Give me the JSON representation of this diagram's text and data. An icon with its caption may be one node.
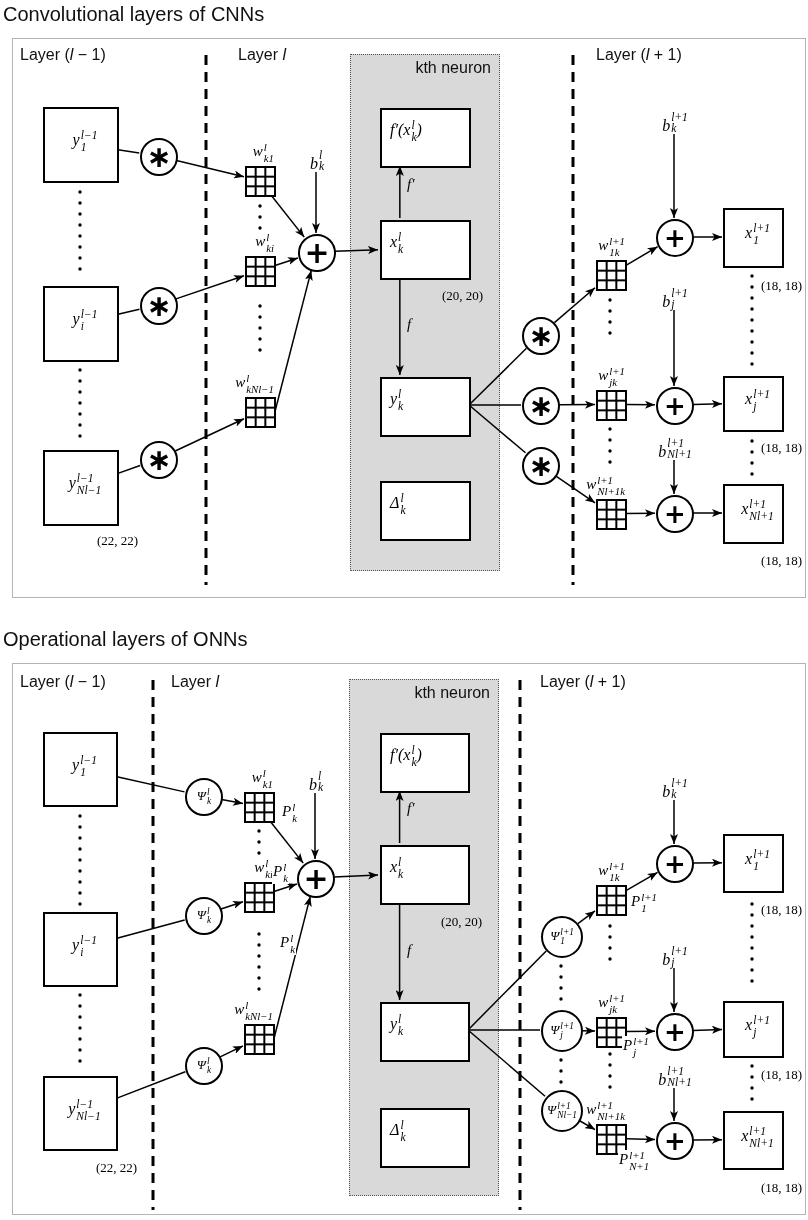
{
  "diagram": {
    "nodes": [
      {
        "text": [
          "Convolutional layers of CNNs"
        ]
      },
      {
        "text": [
          "kth neuron"
        ],
        "in": 0
      },
      {
        "text": [
          "y$^{l−1}$$_{1}$"
        ],
        "in": 0
      },
      {
        "text": [
          "y$^{l−1}$$_{i}$"
        ],
        "in": 0
      },
      {
        "text": [
          "y$^{l−1}$$_{Nl−1}$"
        ],
        "in": 0,
        "beside": [
          "(22, 22)"
        ]
      },
      {
        "text": [
          "∗"
        ],
        "in": 0
      },
      {
        "text": [
          "∗"
        ],
        "in": 0
      },
      {
        "text": [
          "∗"
        ],
        "in": 0
      },
      {
        "text": [],
        "shape": "grid",
        "in": 0,
        "beside": [
          "w$^{l}$$_{k1}$"
        ]
      },
      {
        "text": [],
        "shape": "grid",
        "in": 0,
        "beside": [
          "w$^{l}$$_{ki}$"
        ]
      },
      {
        "text": [],
        "shape": "grid",
        "in": 0,
        "beside": [
          "w$^{l}$$_{kNl−1}$"
        ]
      },
      {
        "text": [
          "b$^{l}$$_{k}$"
        ],
        "in": 0
      },
      {
        "text": [
          "+"
        ],
        "in": 0
      },
      {
        "text": [
          "f′(x$^{l}$$_{k}$)"
        ],
        "in": 1
      },
      {
        "text": [
          "x$^{l}$$_{k}$"
        ],
        "in": 1,
        "beside": [
          "(20, 20)"
        ]
      },
      {
        "text": [
          "y$^{l}$$_{k}$"
        ],
        "in": 1
      },
      {
        "text": [
          "Δ$^{l}$$_{k}$"
        ],
        "in": 1
      },
      {
        "text": [
          "∗"
        ],
        "in": 0
      },
      {
        "text": [
          "∗"
        ],
        "in": 0
      },
      {
        "text": [
          "∗"
        ],
        "in": 0
      },
      {
        "text": [],
        "shape": "grid",
        "in": 0,
        "beside": [
          "w$^{l+1}$$_{1k}$"
        ]
      },
      {
        "text": [],
        "shape": "grid",
        "in": 0,
        "beside": [
          "w$^{l+1}$$_{jk}$"
        ]
      },
      {
        "text": [],
        "shape": "grid",
        "in": 0,
        "beside": [
          "w$^{l+1}$$_{Nl+1k}$"
        ]
      },
      {
        "text": [
          "b$^{l+1}$$_{k}$"
        ],
        "in": 0
      },
      {
        "text": [
          "b$^{l+1}$$_{j}$"
        ],
        "in": 0
      },
      {
        "text": [
          "b$^{l+1}$$_{Nl+1}$"
        ],
        "in": 0
      },
      {
        "text": [
          "+"
        ],
        "in": 0
      },
      {
        "text": [
          "+"
        ],
        "in": 0
      },
      {
        "text": [
          "+"
        ],
        "in": 0
      },
      {
        "text": [
          "x$^{l+1}$$_{1}$"
        ],
        "in": 0,
        "beside": [
          "(18, 18)"
        ]
      },
      {
        "text": [
          "x$^{l+1}$$_{j}$"
        ],
        "in": 0,
        "beside": [
          "(18, 18)"
        ]
      },
      {
        "text": [
          "x$^{l+1}$$_{Nl+1}$"
        ],
        "in": 0,
        "beside": [
          "(18, 18)"
        ]
      },
      {
        "text": [
          "Operational layers of ONNs"
        ]
      },
      {
        "text": [
          "kth neuron"
        ],
        "in": 32
      },
      {
        "text": [
          "y$^{l−1}$$_{1}$"
        ],
        "in": 32
      },
      {
        "text": [
          "y$^{l−1}$$_{i}$"
        ],
        "in": 32
      },
      {
        "text": [
          "y$^{l−1}$$_{Nl−1}$"
        ],
        "in": 32,
        "beside": [
          "(22, 22)"
        ]
      },
      {
        "text": [
          "Ψ$^{l}$$_{k}$"
        ],
        "in": 32
      },
      {
        "text": [
          "Ψ$^{l}$$_{k}$"
        ],
        "in": 32
      },
      {
        "text": [
          "Ψ$^{l}$$_{k}$"
        ],
        "in": 32
      },
      {
        "text": [],
        "shape": "grid",
        "in": 32,
        "beside": [
          "w$^{l}$$_{k1}$"
        ]
      },
      {
        "text": [],
        "shape": "grid",
        "in": 32,
        "beside": [
          "w$^{l}$$_{ki}$"
        ]
      },
      {
        "text": [],
        "shape": "grid",
        "in": 32,
        "beside": [
          "w$^{l}$$_{kNl−1}$"
        ]
      },
      {
        "text": [
          "b$^{l}$$_{k}$"
        ],
        "in": 32
      },
      {
        "text": [
          "+"
        ],
        "in": 32
      },
      {
        "text": [
          "f′(x$^{l}$$_{k}$)"
        ],
        "in": 33
      },
      {
        "text": [
          "x$^{l}$$_{k}$"
        ],
        "in": 33,
        "beside": [
          "(20, 20)"
        ]
      },
      {
        "text": [
          "y$^{l}$$_{k}$"
        ],
        "in": 33
      },
      {
        "text": [
          "Δ$^{l}$$_{k}$"
        ],
        "in": 33
      },
      {
        "text": [
          "Ψ$^{l+1}$$_{1}$"
        ],
        "in": 32
      },
      {
        "text": [
          "Ψ$^{l+1}$$_{j}$"
        ],
        "in": 32
      },
      {
        "text": [
          "Ψ$^{l+1}$$_{Nl−1}$"
        ],
        "in": 32
      },
      {
        "text": [],
        "shape": "grid",
        "in": 32,
        "beside": [
          "w$^{l+1}$$_{1k}$"
        ]
      },
      {
        "text": [],
        "shape": "grid",
        "in": 32,
        "beside": [
          "w$^{l+1}$$_{jk}$"
        ]
      },
      {
        "text": [],
        "shape": "grid",
        "in": 32,
        "beside": [
          "w$^{l+1}$$_{Nl+1k}$"
        ]
      },
      {
        "text": [
          "b$^{l+1}$$_{k}$"
        ],
        "in": 32
      },
      {
        "text": [
          "b$^{l+1}$$_{j}$"
        ],
        "in": 32
      },
      {
        "text": [
          "b$^{l+1}$$_{Nl+1}$"
        ],
        "in": 32
      },
      {
        "text": [
          "+"
        ],
        "in": 32
      },
      {
        "text": [
          "+"
        ],
        "in": 32
      },
      {
        "text": [
          "+"
        ],
        "in": 32
      },
      {
        "text": [
          "x$^{l+1}$$_{1}$"
        ],
        "in": 32,
        "beside": [
          "(18, 18)"
        ]
      },
      {
        "text": [
          "x$^{l+1}$$_{j}$"
        ],
        "in": 32,
        "beside": [
          "(18, 18)"
        ]
      },
      {
        "text": [
          "x$^{l+1}$$_{Nl+1}$"
        ],
        "in": 32,
        "beside": [
          "(18, 18)"
        ]
      }
    ],
    "edges": [
      {
        "from": 2,
        "to": 5,
        "arrow": "none"
      },
      {
        "from": 5,
        "to": 8,
        "arrow": "to"
      },
      {
        "from": 3,
        "to": 6,
        "arrow": "none"
      },
      {
        "from": 6,
        "to": 9,
        "arrow": "to"
      },
      {
        "from": 4,
        "to": 7,
        "arrow": "none"
      },
      {
        "from": 7,
        "to": 10,
        "arrow": "to"
      },
      {
        "from": 8,
        "to": 12,
        "arrow": "to"
      },
      {
        "from": 9,
        "to": 12,
        "arrow": "to"
      },
      {
        "from": 10,
        "to": 12,
        "arrow": "to"
      },
      {
        "from": 11,
        "to": 12,
        "arrow": "to"
      },
      {
        "from": 12,
        "to": 14,
        "arrow": "to"
      },
      {
        "from": 14,
        "to": 13,
        "arrow": "to",
        "label": "f′"
      },
      {
        "from": 14,
        "to": 15,
        "arrow": "to",
        "label": "f"
      },
      {
        "from": 15,
        "to": 17,
        "arrow": "none"
      },
      {
        "from": 15,
        "to": 18,
        "arrow": "none"
      },
      {
        "from": 15,
        "to": 19,
        "arrow": "none"
      },
      {
        "from": 17,
        "to": 20,
        "arrow": "to"
      },
      {
        "from": 18,
        "to": 21,
        "arrow": "to"
      },
      {
        "from": 19,
        "to": 22,
        "arrow": "to"
      },
      {
        "from": 20,
        "to": 26,
        "arrow": "to"
      },
      {
        "from": 21,
        "to": 27,
        "arrow": "to"
      },
      {
        "from": 22,
        "to": 28,
        "arrow": "to"
      },
      {
        "from": 23,
        "to": 26,
        "arrow": "to"
      },
      {
        "from": 24,
        "to": 27,
        "arrow": "to"
      },
      {
        "from": 25,
        "to": 28,
        "arrow": "to"
      },
      {
        "from": 26,
        "to": 29,
        "arrow": "to"
      },
      {
        "from": 27,
        "to": 30,
        "arrow": "to"
      },
      {
        "from": 28,
        "to": 31,
        "arrow": "to"
      },
      {
        "from": 34,
        "to": 37,
        "arrow": "none"
      },
      {
        "from": 37,
        "to": 40,
        "arrow": "to"
      },
      {
        "from": 35,
        "to": 38,
        "arrow": "none"
      },
      {
        "from": 38,
        "to": 41,
        "arrow": "to"
      },
      {
        "from": 36,
        "to": 39,
        "arrow": "none"
      },
      {
        "from": 39,
        "to": 42,
        "arrow": "to"
      },
      {
        "from": 40,
        "to": 44,
        "arrow": "to",
        "label": "P$^{l}$$_{k}$"
      },
      {
        "from": 41,
        "to": 44,
        "arrow": "to",
        "label": "P$^{l}$$_{k}$"
      },
      {
        "from": 42,
        "to": 44,
        "arrow": "to",
        "label": "P$^{l}$$_{k}$"
      },
      {
        "from": 43,
        "to": 44,
        "arrow": "to"
      },
      {
        "from": 44,
        "to": 46,
        "arrow": "to"
      },
      {
        "from": 46,
        "to": 45,
        "arrow": "to",
        "label": "f′"
      },
      {
        "from": 46,
        "to": 47,
        "arrow": "to",
        "label": "f"
      },
      {
        "from": 47,
        "to": 49,
        "arrow": "none"
      },
      {
        "from": 47,
        "to": 50,
        "arrow": "none"
      },
      {
        "from": 47,
        "to": 51,
        "arrow": "none"
      },
      {
        "from": 49,
        "to": 52,
        "arrow": "to"
      },
      {
        "from": 50,
        "to": 53,
        "arrow": "to"
      },
      {
        "from": 51,
        "to": 54,
        "arrow": "to"
      },
      {
        "from": 52,
        "to": 58,
        "arrow": "to",
        "label": "P$^{l+1}$$_{1}$"
      },
      {
        "from": 53,
        "to": 59,
        "arrow": "to",
        "label": "P$^{l+1}$$_{j}$"
      },
      {
        "from": 54,
        "to": 60,
        "arrow": "to",
        "label": "P$^{l+1}$$_{N+1}$"
      },
      {
        "from": 55,
        "to": 58,
        "arrow": "to"
      },
      {
        "from": 56,
        "to": 59,
        "arrow": "to"
      },
      {
        "from": 57,
        "to": 60,
        "arrow": "to"
      },
      {
        "from": 58,
        "to": 61,
        "arrow": "to"
      },
      {
        "from": 59,
        "to": 62,
        "arrow": "to"
      },
      {
        "from": 60,
        "to": 63,
        "arrow": "to"
      }
    ],
    "labels": [
      "Layer (*l* − 1)",
      "Layer *l*",
      "Layer (*l* + 1)",
      "Layer (*l* − 1)",
      "Layer *l*",
      "Layer (*l* + 1)"
    ]
  }
}
